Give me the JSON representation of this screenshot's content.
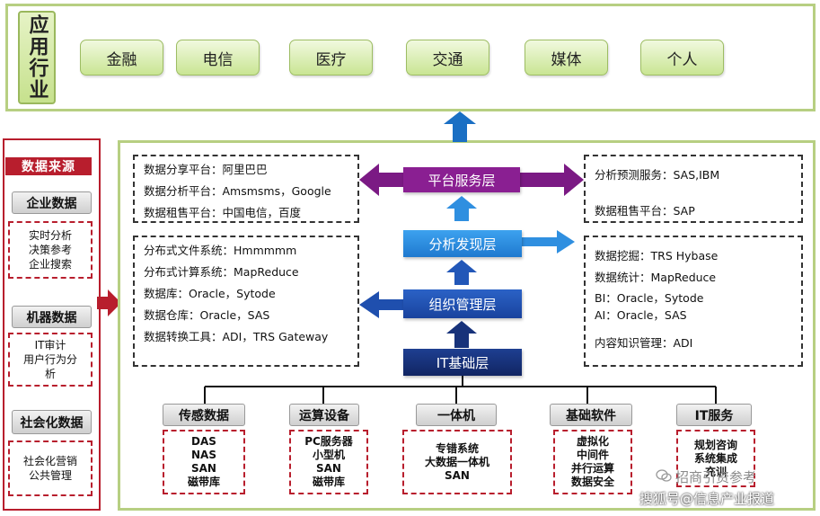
{
  "top": {
    "title": "应用行业",
    "industries": [
      "金融",
      "电信",
      "医疗",
      "交通",
      "媒体",
      "个人"
    ]
  },
  "left": {
    "title": "数据来源",
    "sources": [
      {
        "name": "企业数据",
        "items": [
          "实时分析",
          "决策参考",
          "企业搜索"
        ]
      },
      {
        "name": "机器数据",
        "items": [
          "IT审计",
          "用户行为分",
          "析"
        ]
      },
      {
        "name": "社会化数据",
        "items": [
          "社会化营销",
          "公共管理"
        ]
      }
    ]
  },
  "platform": {
    "layers": [
      "平台服务层",
      "分析发现层",
      "组织管理层",
      "IT基础层"
    ],
    "platform_services": [
      "数据分享平台：阿里巴巴",
      "数据分析平台：Amsmsms，Google",
      "数据租售平台：中国电信，百度"
    ],
    "org_items": [
      "分布式文件系统：Hmmmmm",
      "分布式计算系统：MapReduce",
      "数据库：Oracle，Sytode",
      "数据仓库：Oracle，SAS",
      "数据转换工具：ADI，TRS Gateway"
    ],
    "right_services": [
      "分析预测服务：SAS,IBM",
      "数据租售平台：SAP"
    ],
    "right_analysis": [
      "数据挖掘：TRS Hybase",
      "数据统计：MapReduce",
      "BI：Oracle，Sytode",
      "AI：Oracle，SAS",
      "内容知识管理：ADI"
    ]
  },
  "infra": [
    {
      "name": "传感数据",
      "items": [
        "DAS",
        "NAS",
        "SAN",
        "磁带库"
      ]
    },
    {
      "name": "运算设备",
      "items": [
        "PC服务器",
        "小型机",
        "SAN",
        "磁带库"
      ]
    },
    {
      "name": "一体机",
      "items": [
        "专错系统",
        "大数据一体机",
        "SAN"
      ]
    },
    {
      "name": "基础软件",
      "items": [
        "虚拟化",
        "中间件",
        "并行运算",
        "数据安全"
      ]
    },
    {
      "name": "IT服务",
      "items": [
        "规划咨询",
        "系统集成",
        "充训"
      ]
    }
  ],
  "watermark": {
    "line1": "招商引资参考",
    "line2": "搜狐号@信息产业报道"
  },
  "colors": {
    "green_border": "#b7cf82",
    "red": "#b81e2d",
    "purple": "#7b1a84",
    "blue": "#1a6fc4",
    "navy": "#17327a"
  }
}
